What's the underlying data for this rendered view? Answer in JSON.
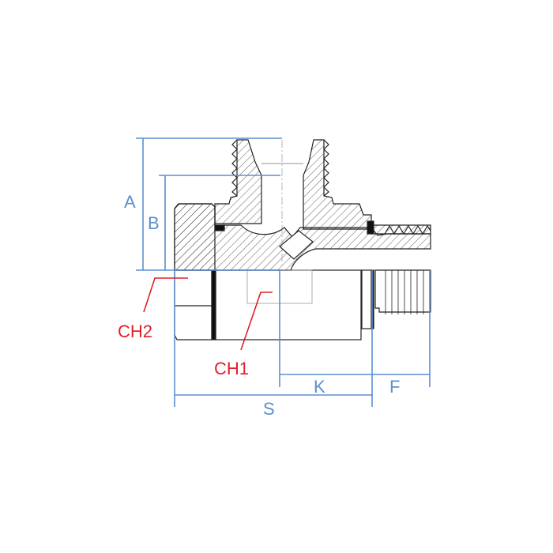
{
  "colors": {
    "dimension": "#5b8fd0",
    "callout": "#e0202a",
    "outline": "#222222"
  },
  "dimensions": {
    "A": "A",
    "B": "B",
    "K": "K",
    "F": "F",
    "S": "S"
  },
  "callouts": {
    "CH1": "CH1",
    "CH2": "CH2"
  }
}
